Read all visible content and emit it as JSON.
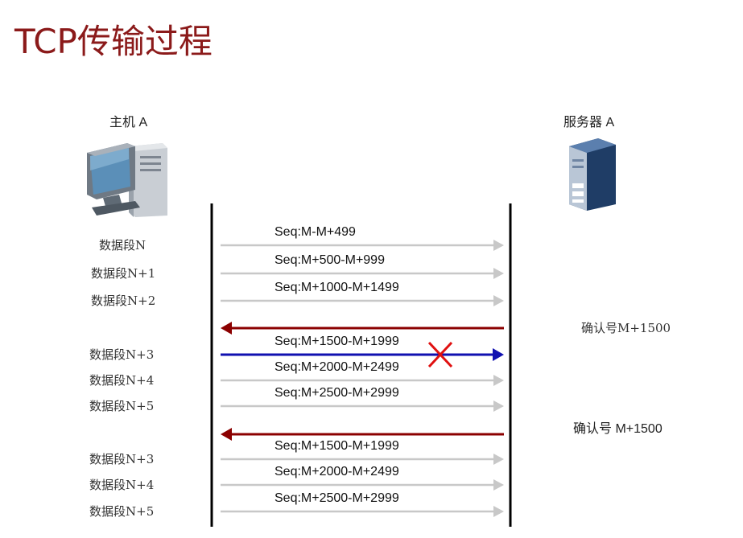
{
  "title": "TCP传输过程",
  "host": {
    "label": "主机  A",
    "icon": "desktop-computer-icon"
  },
  "server": {
    "label": "服务器  A",
    "icon": "server-tower-icon"
  },
  "colors": {
    "title": "#8b1a1a",
    "data_arrow": "#c8c8c8",
    "ack_arrow": "#8b0000",
    "highlight_arrow": "#1010b0",
    "lost_mark": "#e01010",
    "timeline": "#000000"
  },
  "messages": [
    {
      "seq": "Seq:M-M+499",
      "segment": "数据段N",
      "color": "#c8c8c8"
    },
    {
      "seq": "Seq:M+500-M+999",
      "segment": "数据段N+1",
      "color": "#c8c8c8"
    },
    {
      "seq": "Seq:M+1000-M+1499",
      "segment": "数据段N+2",
      "color": "#c8c8c8"
    },
    {
      "ack": "确认号M+1500",
      "color": "#8b0000"
    },
    {
      "seq": "Seq:M+1500-M+1999",
      "segment": "数据段N+3",
      "color": "#1010b0",
      "lost": true
    },
    {
      "seq": "Seq:M+2000-M+2499",
      "segment": "数据段N+4",
      "color": "#c8c8c8"
    },
    {
      "seq": "Seq:M+2500-M+2999",
      "segment": "数据段N+5",
      "color": "#c8c8c8"
    },
    {
      "ack": "确认号  M+1500",
      "color": "#8b0000"
    },
    {
      "seq": "Seq:M+1500-M+1999",
      "segment": "数据段N+3",
      "color": "#c8c8c8"
    },
    {
      "seq": "Seq:M+2000-M+2499",
      "segment": "数据段N+4",
      "color": "#c8c8c8"
    },
    {
      "seq": "Seq:M+2500-M+2999",
      "segment": "数据段N+5",
      "color": "#c8c8c8"
    }
  ]
}
